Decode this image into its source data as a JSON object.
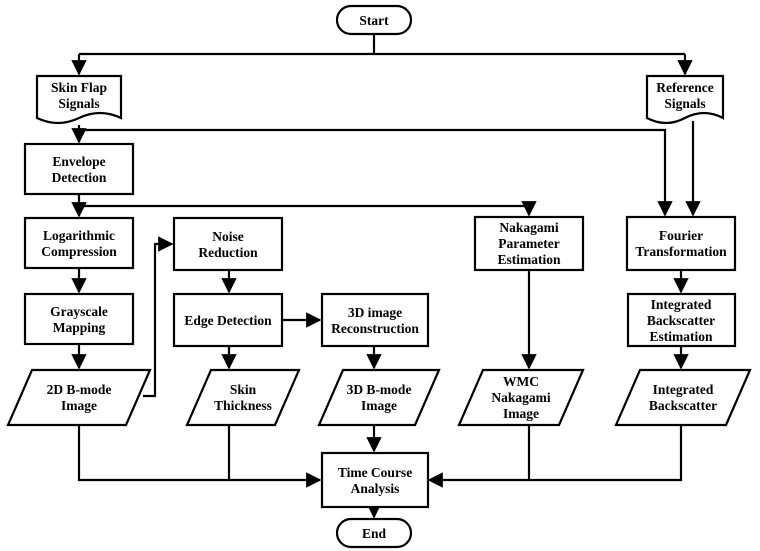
{
  "nodes": {
    "start": [
      "Start"
    ],
    "skin_flap": [
      "Skin Flap",
      "Signals"
    ],
    "reference": [
      "Reference",
      "Signals"
    ],
    "envelope": [
      "Envelope",
      "Detection"
    ],
    "log_comp": [
      "Logarithmic",
      "Compression"
    ],
    "noise": [
      "Noise",
      "Reduction"
    ],
    "nakagami_param": [
      "Nakagami",
      "Parameter",
      "Estimation"
    ],
    "fourier": [
      "Fourier",
      "Transformation"
    ],
    "grayscale": [
      "Grayscale",
      "Mapping"
    ],
    "edge": [
      "Edge Detection"
    ],
    "recon3d": [
      "3D image",
      "Reconstruction"
    ],
    "ib_est": [
      "Integrated",
      "Backscatter",
      "Estimation"
    ],
    "bmode2d": [
      "2D B-mode",
      "Image"
    ],
    "skin_thick": [
      "Skin",
      "Thickness"
    ],
    "bmode3d": [
      "3D B-mode",
      "Image"
    ],
    "wmc": [
      "WMC",
      "Nakagami",
      "Image"
    ],
    "ib": [
      "Integrated",
      "Backscatter"
    ],
    "time_course": [
      "Time Course",
      "Analysis"
    ],
    "end": [
      "End"
    ]
  }
}
